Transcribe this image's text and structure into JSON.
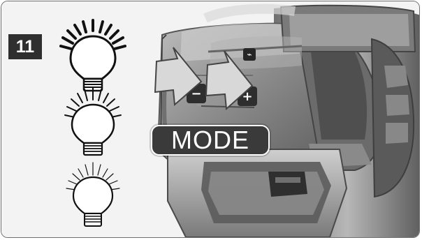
{
  "step": {
    "number": "11"
  },
  "mode_label": "MODE",
  "controls": {
    "minus_symbol": "−",
    "plus_symbol": "+",
    "wifi_symbol": "⌁"
  },
  "brightness_levels": [
    "bright",
    "medium",
    "dim"
  ],
  "colors": {
    "badge_bg": "#2f2f2f",
    "panel_bg": "#f3f3f3",
    "arrow_fill": "#d8d8d8",
    "device_body": "#8e8e8e",
    "device_dark": "#4f4f4f"
  }
}
